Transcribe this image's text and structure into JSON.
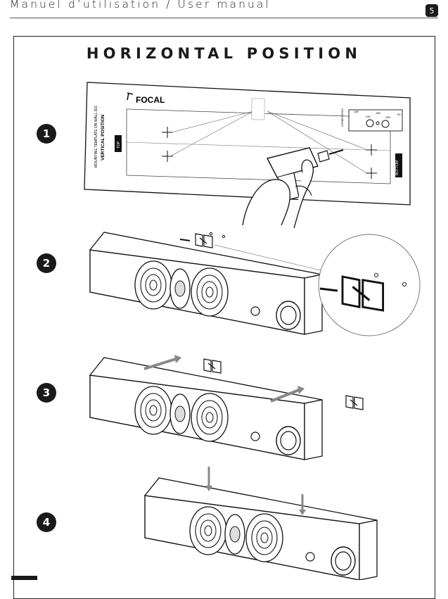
{
  "header": {
    "title": "Manuel d’utilisation / User manual",
    "page_number": "5"
  },
  "section_title": "HORIZONTAL POSITION",
  "steps": [
    "1",
    "2",
    "3",
    "4"
  ],
  "template": {
    "brand": "FOCAL",
    "side_text_1": "MOUNTING TEMPLATE ON WALL 301",
    "side_text_2": "VERTICAL POSITION",
    "top_label": "TOP",
    "bottom_label": "BOTTOM",
    "dims": [
      "158",
      "158",
      "90",
      "240",
      "290"
    ],
    "connections_label": "CONNECTIONS"
  }
}
